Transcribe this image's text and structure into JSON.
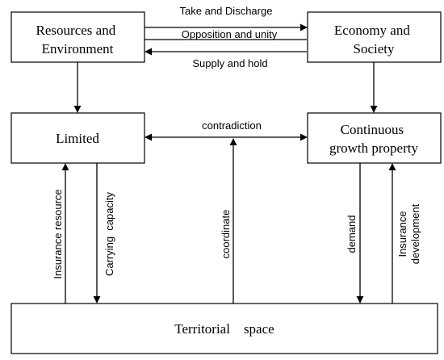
{
  "nodes": {
    "resources": {
      "lines": [
        "Resources and",
        "Environment"
      ]
    },
    "economy": {
      "lines": [
        "Economy and",
        "Society"
      ]
    },
    "limited": {
      "lines": [
        "Limited"
      ]
    },
    "growth": {
      "lines": [
        "Continuous",
        "growth property"
      ]
    },
    "territorial": {
      "label": "Territorial    space"
    }
  },
  "edges": {
    "take_discharge": "Take and Discharge",
    "opposition_unity": "Opposition and unity",
    "supply_hold": "Supply and hold",
    "contradiction": "contradiction",
    "insurance_resource": "Insurance resource",
    "carrying_capacity": "Carrying  capacity",
    "coordinate": "coordinate",
    "demand": "demand",
    "insurance_development": [
      "Insurance",
      "development"
    ]
  }
}
